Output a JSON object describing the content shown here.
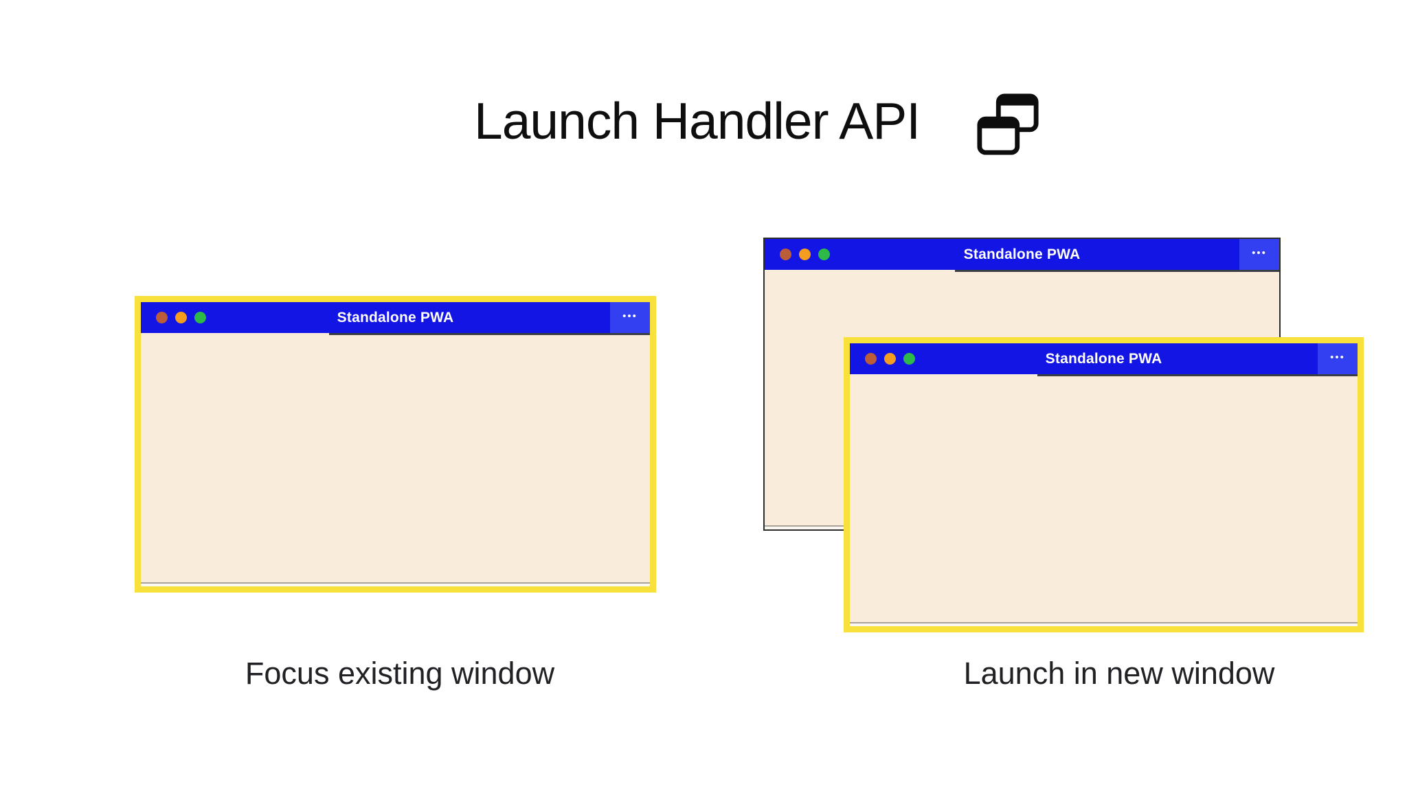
{
  "header": {
    "title": "Launch Handler API",
    "icon": "overlapping-windows-icon"
  },
  "colors": {
    "titlebar_blue": "#1315e4",
    "titlebar_menu_blue": "#3340f2",
    "window_content": "#f9ecdb",
    "highlight_yellow": "#f8e13b",
    "back_window_border": "#2d2d2d",
    "dot_red": "#bc5d3a",
    "dot_orange": "#f59d1e",
    "dot_green": "#2eba48",
    "titlebar_text": "#ffffff",
    "heading_text": "#0e0e0e",
    "caption_text": "#202124"
  },
  "left_panel": {
    "caption": "Focus existing window",
    "window": {
      "title": "Standalone PWA",
      "menu_dots": "•••"
    }
  },
  "right_panel": {
    "caption": "Launch in new window",
    "back_window": {
      "title": "Standalone PWA",
      "menu_dots": "•••"
    },
    "front_window": {
      "title": "Standalone PWA",
      "menu_dots": "•••"
    }
  }
}
